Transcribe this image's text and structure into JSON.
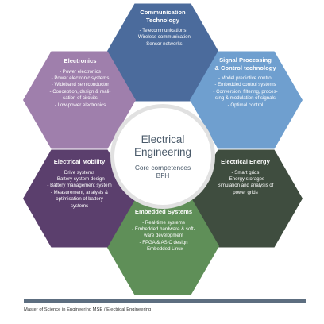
{
  "center": {
    "title_line1": "Electrical",
    "title_line2": "Engineering",
    "subtitle_line1": "Core competences",
    "subtitle_line2": "BFH"
  },
  "colors": {
    "communication": "#4b6b9c",
    "signal": "#6f9fcf",
    "energy": "#3f4d3f",
    "embedded": "#5f8f58",
    "mobility": "#5b3f6d",
    "electronics": "#9f7fac"
  },
  "hexes": {
    "communication": {
      "title_lines": [
        "Communication",
        "Technology"
      ],
      "items": [
        "- Telecommunications",
        "- Wireless communication",
        "- Sensor networks"
      ]
    },
    "signal": {
      "title_lines": [
        "Signal Processing",
        "& Control technology"
      ],
      "items": [
        "- Model predictive control",
        "- Embedded control systems",
        "- Conversion, filtering, proces-",
        "sing & modulation of signals",
        "- Optimal control"
      ]
    },
    "energy": {
      "title_lines": [
        "Electrical Energy"
      ],
      "items": [
        "- Smart grids",
        "- Energy storages",
        "Simulation and analysis of",
        "power grids"
      ]
    },
    "embedded": {
      "title_lines": [
        "Embedded Systems"
      ],
      "items": [
        "- Real-time systems",
        "- Embedded hardware & soft-",
        "ware development",
        "- FPGA & ASIC design",
        "- Embedded Linux"
      ]
    },
    "mobility": {
      "title_lines": [
        "Electrical Mobility"
      ],
      "items": [
        "Drive systems",
        "- Battery system design",
        "- Battery management system",
        "- Measurement, analysis &",
        "optimisation of battery",
        "systems"
      ]
    },
    "electronics": {
      "title_lines": [
        "Electronics"
      ],
      "items": [
        "- Power electronics",
        "- Power electronic systems",
        "- Wideband semiconductor",
        "- Conception, design & reali-",
        "sation of circuits",
        "- Low-power electronics"
      ]
    }
  },
  "footer": {
    "text": "Master of Science in Engineering MSE / Electrical Engineering"
  }
}
